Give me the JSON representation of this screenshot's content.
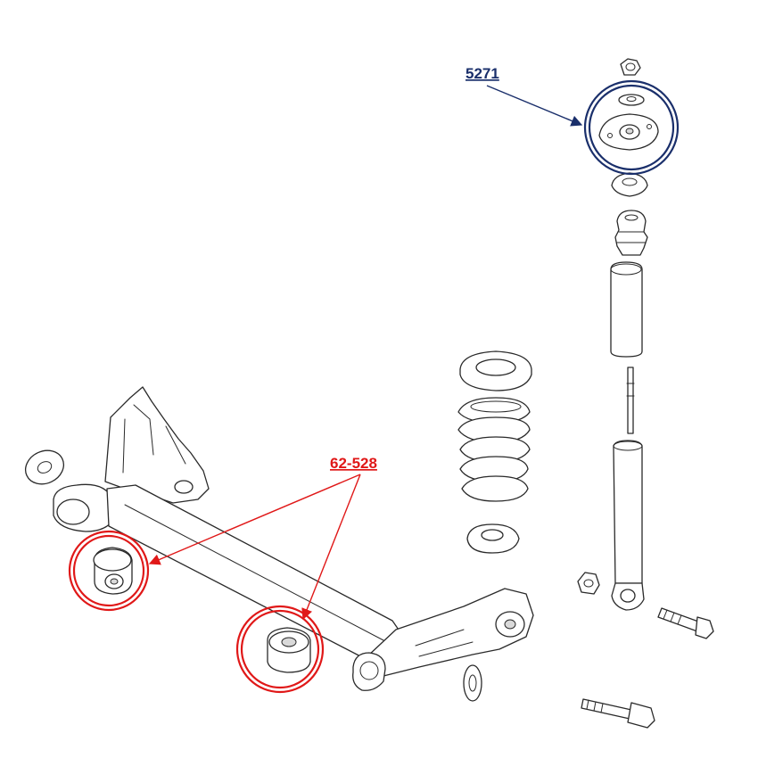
{
  "callouts": [
    {
      "id": "strut-mount",
      "label": "5271",
      "color": "#1a2f6b"
    },
    {
      "id": "axle-bushing",
      "label": "62-528",
      "color": "#e01818"
    }
  ]
}
